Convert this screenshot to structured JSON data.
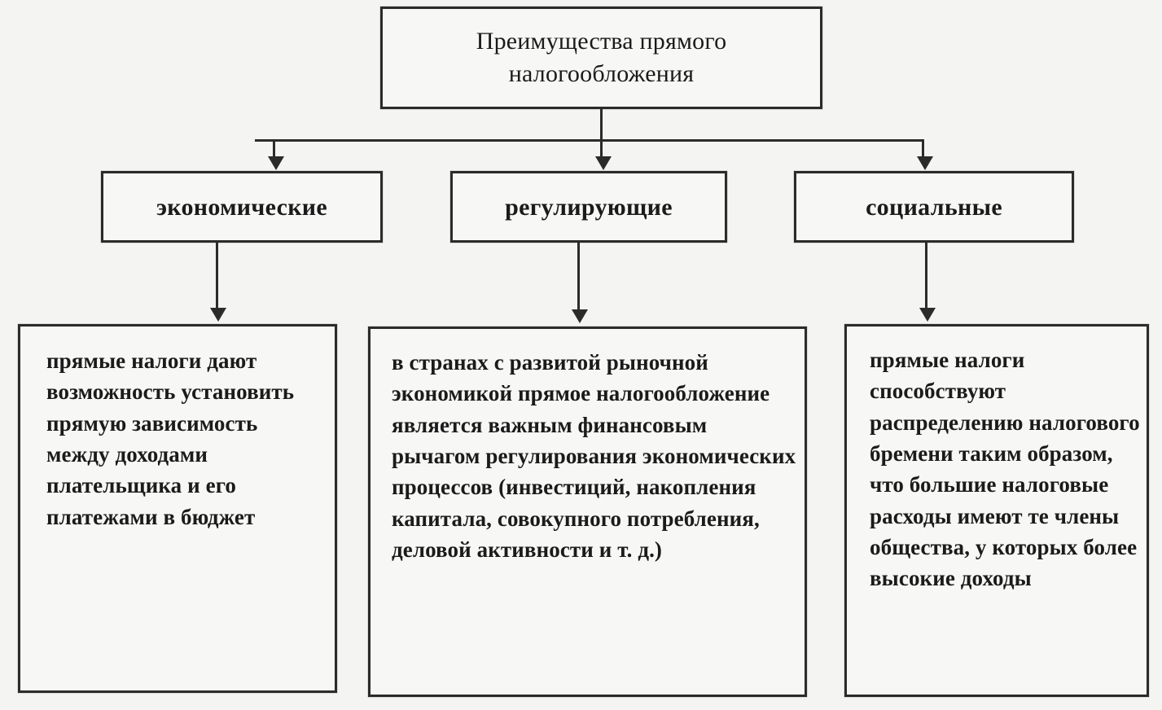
{
  "diagram": {
    "title_box": {
      "text": "Преимущества прямого\nналогообложения"
    },
    "categories": [
      {
        "label": "экономические"
      },
      {
        "label": "регулирующие"
      },
      {
        "label": "социальные"
      }
    ],
    "details": [
      {
        "text": "прямые налоги дают возможность установить прямую зависимость между доходами плательщика и его платежами в бюджет"
      },
      {
        "text": "в странах с развитой рыночной экономикой прямое налогообложение является важным финансовым рычагом регулирования экономических процессов (инвестиций, накопления капитала, совокупного потребления, деловой активности и т. д.)"
      },
      {
        "text": "прямые налоги способствуют распределению налогового бремени таким образом, что большие налоговые расходы имеют те члены общества, у которых более высокие доходы"
      }
    ],
    "colors": {
      "background": "#f4f4f2",
      "box_fill": "#f7f7f5",
      "line": "#2b2b2b",
      "text": "#1b1b1b"
    }
  }
}
